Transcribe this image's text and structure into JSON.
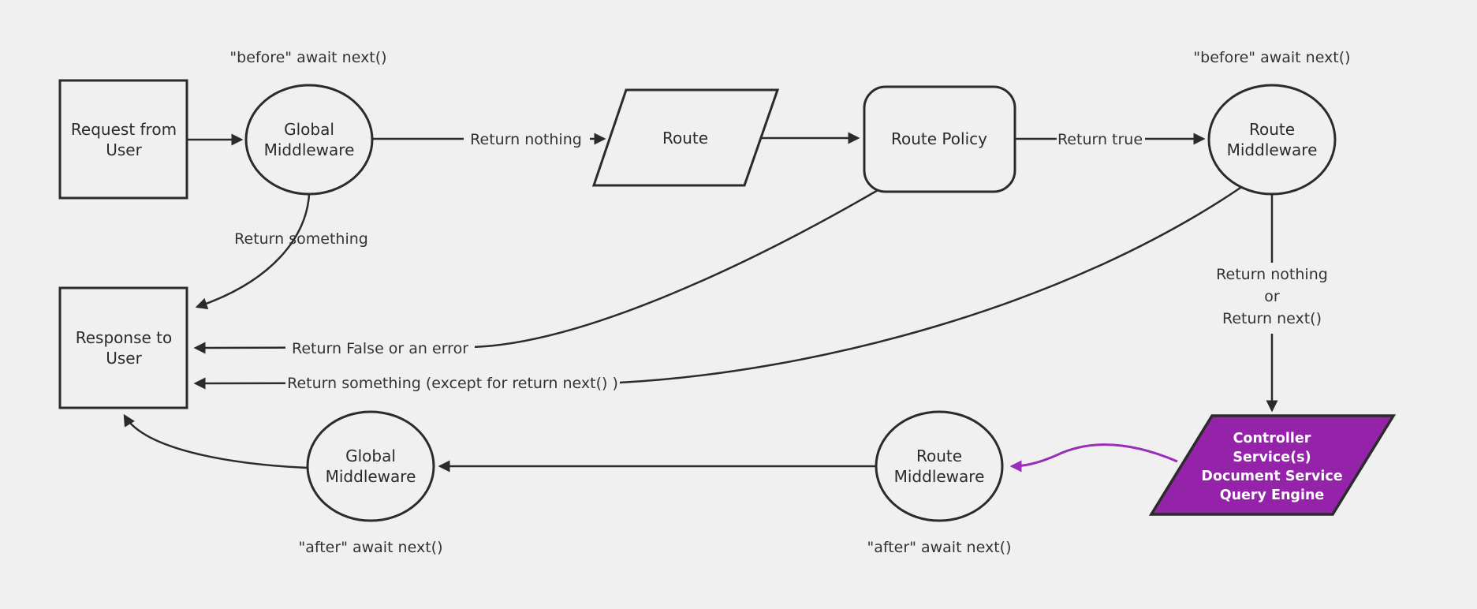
{
  "colors": {
    "background": "#f0f0f0",
    "node_stroke": "#2b2b2b",
    "edge_stroke": "#2b2b2b",
    "node_text": "#2b2b2b",
    "edge_text": "#333333",
    "purple_fill": "#9423a9",
    "purple_arrow": "#9c2cba",
    "purple_node_text": "#ffffff"
  },
  "nodes": {
    "request_from_user": {
      "line1": "Request from",
      "line2": "User"
    },
    "global_middleware_top": {
      "line1": "Global",
      "line2": "Middleware"
    },
    "route": {
      "label": "Route"
    },
    "route_policy": {
      "label": "Route Policy"
    },
    "route_middleware_top": {
      "line1": "Route",
      "line2": "Middleware"
    },
    "response_to_user": {
      "line1": "Response to",
      "line2": "User"
    },
    "global_middleware_bottom": {
      "line1": "Global",
      "line2": "Middleware"
    },
    "route_middleware_bottom": {
      "line1": "Route",
      "line2": "Middleware"
    },
    "controller_services": {
      "line1": "Controller",
      "line2": "Service(s)",
      "line3": "Document Service",
      "line4": "Query Engine"
    }
  },
  "edge_labels": {
    "before_await_left": "\"before\" await next()",
    "before_await_right": "\"before\" await next()",
    "after_await_left": "\"after\" await next()",
    "after_await_right": "\"after\" await next()",
    "return_nothing": "Return nothing",
    "return_true": "Return true",
    "return_something": "Return something",
    "return_false_or_error": "Return False or an error",
    "return_something_except": "Return something (except for return next() )",
    "return_nothing_or_line1": "Return nothing",
    "return_nothing_or_line2": "or",
    "return_nothing_or_line3": "Return next()"
  }
}
